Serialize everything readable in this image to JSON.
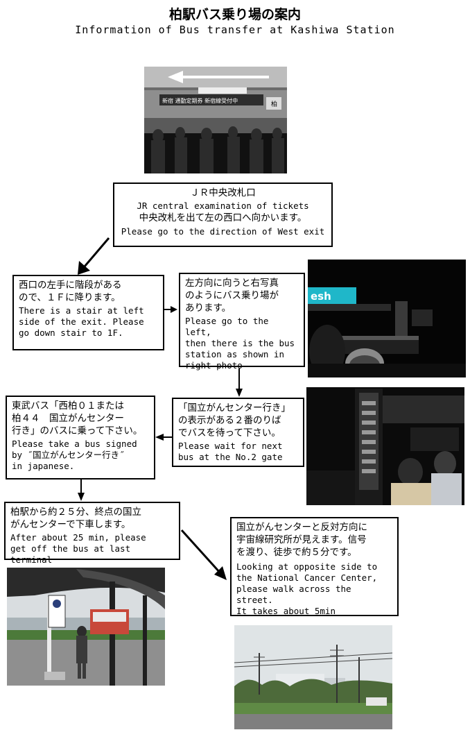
{
  "header": {
    "title_ja": "柏駅バス乗り場の案内",
    "title_en": "Information of Bus transfer at Kashiwa Station"
  },
  "photos": {
    "gate": {
      "sign_text": "新宿 通勤定期券 新宿線受付中",
      "sign_small": "柏",
      "colors": {
        "sign": "#2d2d2d",
        "ceiling": "#bdbdbd"
      }
    },
    "bus_station_dark": {
      "sign_text": "esh",
      "colors": {
        "sign": "#1fb7c9",
        "background": "#050505"
      }
    },
    "gate_sign_night": {
      "colors": {
        "background": "#0b0b0b",
        "sign": "#3a3a3a"
      }
    },
    "bus_stop": {
      "colors": {
        "sky": "#d9dde0",
        "roof": "#2a2a2a",
        "grass": "#4c7a3a"
      }
    },
    "cancer_center": {
      "colors": {
        "sky": "#dfe4e6",
        "trees": "#4d6a3a",
        "road": "#7f7f7f"
      }
    }
  },
  "steps": {
    "step1": {
      "heading_ja": "ＪＲ中央改札口",
      "heading_en": "JR central examination of tickets",
      "ja": "中央改札を出て左の西口へ向かいます。",
      "en": "Please go to the direction of West exit"
    },
    "step2": {
      "ja_1": "西口の左手に階段がある",
      "ja_2": "ので、１Ｆに降ります。",
      "en_1": "There is a stair at left",
      "en_2": "side of the exit. Please",
      "en_3": "go down stair to 1F."
    },
    "step3": {
      "ja_1": "左方向に向うと右写真",
      "ja_2": "のようにバス乗り場が",
      "ja_3": "あります。",
      "en_1": "Please go to the left,",
      "en_2": "then there is the bus",
      "en_3": "station as shown in",
      "en_4": "right photo"
    },
    "step4": {
      "ja_1": "「国立がんセンター行き」",
      "ja_2": "の表示がある２番のりば",
      "ja_3": "でバスを待って下さい。",
      "en_1": "Please wait for next",
      "en_2": "bus at the No.2 gate"
    },
    "step5": {
      "ja_1": "東武バス「西柏０１または",
      "ja_2": "柏４４　国立がんセンター",
      "ja_3": "行き」のバスに乗って下さい。",
      "en_1": "Please take a bus signed",
      "en_2": "by ˝国立がんセンター行き˝",
      "en_3": "in japanese."
    },
    "step6": {
      "ja_1": "柏駅から約２５分、終点の国立",
      "ja_2": "がんセンターで下車します。",
      "en_1": "After about 25 min, please",
      "en_2": "get off the bus at last terminal"
    },
    "step7": {
      "ja_1": "国立がんセンターと反対方向に",
      "ja_2": "宇宙線研究所が見えます。信号",
      "ja_3": "を渡り、徒歩で約５分です。",
      "en_1": "Looking at opposite side to",
      "en_2": "the National Cancer Center,",
      "en_3": "please walk across the street.",
      "en_4": "It takes about 5min"
    }
  }
}
